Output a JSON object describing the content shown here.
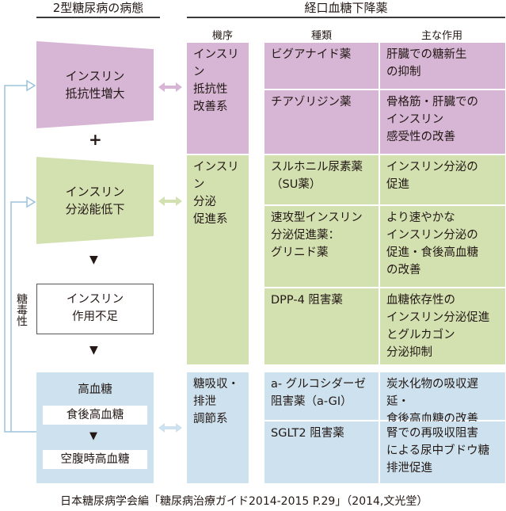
{
  "left_header": "2型糖尿病の病態",
  "right_header": "経口血糖下降薬",
  "column_headers": {
    "mechanism": "機序",
    "type": "種類",
    "action": "主な作用"
  },
  "pathology": {
    "resistance": [
      "インスリン",
      "抵抗性増大"
    ],
    "plus": "+",
    "secretion": [
      "インスリン",
      "分泌能低下"
    ],
    "arrow1": "▼",
    "insufficiency": [
      "インスリン",
      "作用不足"
    ],
    "arrow2": "▼",
    "glucotoxicity": "糖毒性",
    "hyperglycemia": {
      "title": "高血糖",
      "postprandial": "食後高血糖",
      "arrow": "▼",
      "fasting": "空腹時高血糖"
    }
  },
  "groups": [
    {
      "mechanism": [
        "インスリン",
        "抵抗性",
        "改善系"
      ],
      "color": "#d6b6d4",
      "drugs": [
        {
          "name": [
            "ビグアナイド薬"
          ],
          "action": [
            "肝臓での糖新生",
            "の抑制"
          ]
        },
        {
          "name": [
            "チアゾリジン薬"
          ],
          "action": [
            "骨格筋・肝臓での",
            "インスリン",
            "感受性の改善"
          ]
        }
      ]
    },
    {
      "mechanism": [
        "インスリン",
        "分泌",
        "促進系"
      ],
      "color": "#d3e1b1",
      "drugs": [
        {
          "name": [
            "スルホニル尿素薬",
            "（SU薬）"
          ],
          "action": [
            "インスリン分泌の",
            "促進"
          ]
        },
        {
          "name": [
            "速攻型インスリン",
            "分泌促進薬：",
            "グリニド薬"
          ],
          "action": [
            "より速やかな",
            "インスリン分泌の",
            "促進・食後高血糖",
            "の改善"
          ]
        },
        {
          "name": [
            "DPP-4 阻害薬"
          ],
          "action": [
            "血糖依存性の",
            "インスリン分泌促進",
            "とグルカゴン",
            "分泌抑制"
          ]
        }
      ]
    },
    {
      "mechanism": [
        "糖吸収・",
        "排泄",
        "調節系"
      ],
      "color": "#cde2ee",
      "drugs": [
        {
          "name": [
            "a- グルコシダーゼ",
            "阻害薬（a-GI）"
          ],
          "action": [
            "炭水化物の吸収遅延・",
            "食後高血糖の改善"
          ]
        },
        {
          "name": [
            "SGLT2 阻害薬"
          ],
          "action": [
            "腎での再吸収阻害",
            "による尿中ブドウ糖",
            "排泄促進"
          ]
        }
      ]
    }
  ],
  "credit": "日本糖尿病学会編「糖尿病治療ガイド2014-2015 P.29」（2014,文光堂）"
}
